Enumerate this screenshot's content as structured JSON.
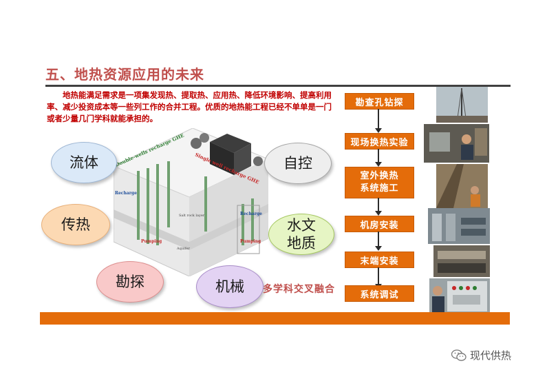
{
  "title": "五、地热资源应用的未来",
  "intro": "地热能满足需求是一项集发现热、提取热、应用热、降低环境影响、提高利用率、减少投资成本等一些列工作的合并工程。优质的地热能工程已经不单单是一门或者少量几门学科就能承担的。",
  "bubbles": {
    "liuti": "流体",
    "chuanre": "传热",
    "kantan": "勘探",
    "jixie": "机械",
    "zikong": "自控",
    "shuiwen_line1": "水文",
    "shuiwen_line2": "地质"
  },
  "fusion_label": "多学科交叉融合",
  "diagram_labels": {
    "double_wells": "Double-wells recharge GHE",
    "single_well": "Single well recharge GHE",
    "recharge": "Recharge",
    "pumping": "Pumping",
    "salt_rock": "Salt rock layer",
    "aquifer": "Aquifer"
  },
  "steps": [
    {
      "line1": "勘查孔钻探",
      "line2": ""
    },
    {
      "line1": "现场换热实验",
      "line2": ""
    },
    {
      "line1": "室外换热",
      "line2": "系统施工"
    },
    {
      "line1": "机房安装",
      "line2": ""
    },
    {
      "line1": "末端安装",
      "line2": ""
    },
    {
      "line1": "系统调试",
      "line2": ""
    }
  ],
  "watermark": "现代供热",
  "colors": {
    "accent": "#e46c0a",
    "title": "#c0504d",
    "intro_text": "#c00000",
    "rule": "#404040"
  },
  "icons": [
    "wechat-icon"
  ]
}
